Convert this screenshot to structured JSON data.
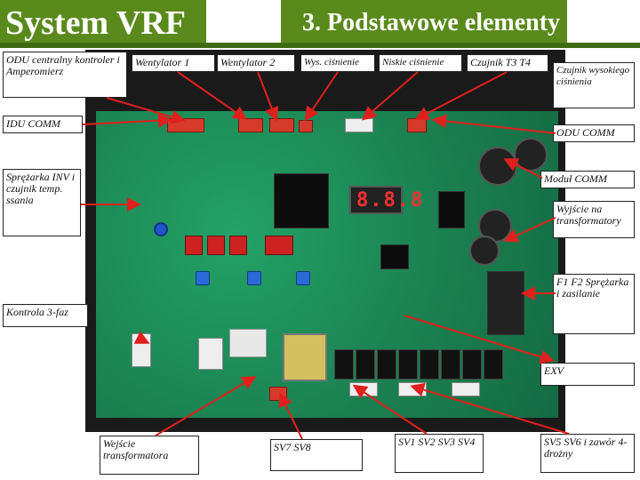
{
  "header": {
    "left_title": "System VRF",
    "right_title": "3. Podstawowe elementy"
  },
  "labels": {
    "odu_central": "ODU centralny kontroler i Amperomierz",
    "fan1": "Wentylator 1",
    "fan2": "Wentylator 2",
    "high_pressure": "Wys. ciśnienie",
    "low_pressure": "Niskie ciśnienie",
    "sensor_t3t4": "Czujnik T3 T4",
    "high_pressure_sensor": "Czujnik wysokiego ciśnienia",
    "idu_comm": "IDU COMM",
    "odu_comm": "ODU COMM",
    "compressor_inv": "Sprężarka INV i czujnik temp. ssania",
    "module_comm": "Moduł COMM",
    "transformer_out": "Wyjście na transformatory",
    "fuse": "F1 F2 Sprężarka i zasilanie",
    "three_phase": "Kontrola 3-faz",
    "exv": "EXV",
    "transformer_in": "Wejście transformatora",
    "sv78": "SV7 SV8",
    "sv123": "SV1 SV2 SV3 SV4",
    "sv56": "SV5 SV6 i zawór 4-drożny"
  },
  "board": {
    "display": "8.8.8"
  },
  "colors": {
    "header_green": "#5a8a1c",
    "arrow_red": "#e0201c",
    "board_green": "#1d8a58"
  }
}
